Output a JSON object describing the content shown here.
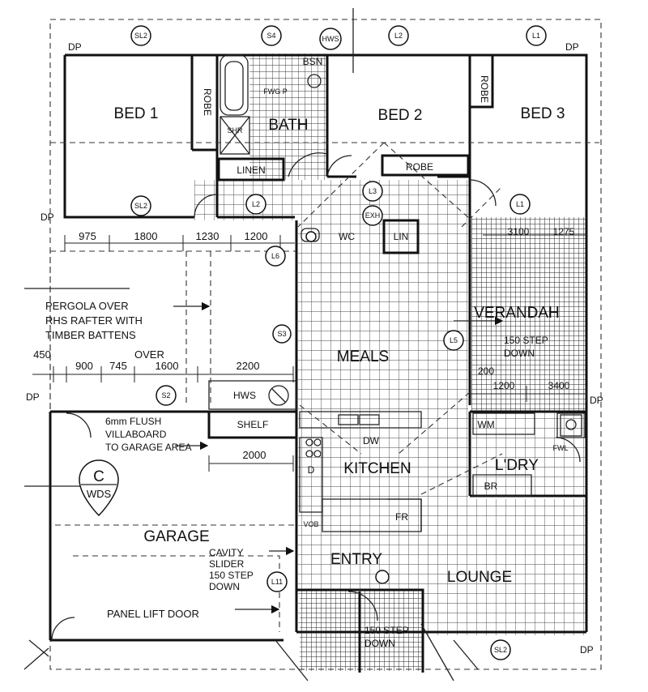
{
  "rooms": {
    "bed1": "BED 1",
    "bed2": "BED 2",
    "bed3": "BED 3",
    "bath": "BATH",
    "meals": "MEALS",
    "kitchen": "KITCHEN",
    "verandah": "VERANDAH",
    "laundry": "L'DRY",
    "garage": "GARAGE",
    "entry": "ENTRY",
    "lounge": "LOUNGE"
  },
  "fixtures": {
    "robe": "ROBE",
    "linen": "LINEN",
    "shr": "SHR",
    "lin": "LIN",
    "wc": "WC",
    "hws": "HWS",
    "shelf": "SHELF",
    "wm": "WM",
    "br": "BR",
    "dw": "DW",
    "fr": "FR",
    "vob": "VOB",
    "d": "D",
    "bsn": "BSN",
    "fwg": "FWG P",
    "fwl": "FWL"
  },
  "notes": {
    "pergola": [
      "PERGOLA OVER",
      "RHS RAFTER WITH",
      "TIMBER BATTENS"
    ],
    "over": "OVER",
    "villaboard": [
      "6mm FLUSH",
      "VILLABOARD",
      "TO GARAGE AREA"
    ],
    "cavity": [
      "CAVITY",
      "SLIDER",
      "150 STEP",
      "DOWN"
    ],
    "panel_lift": "PANEL LIFT DOOR",
    "verandah_step": [
      "150 STEP",
      "DOWN"
    ],
    "entry_step": [
      "150 STEP",
      "DOWN"
    ],
    "wds": "WDS",
    "wds_letter": "C"
  },
  "dimensions": {
    "top": [
      "975",
      "1800",
      "1230",
      "1200"
    ],
    "pergola": [
      "450",
      "900",
      "745",
      "1600",
      "2200"
    ],
    "garage": "2000",
    "verandah_top": [
      "3100",
      "1275"
    ],
    "verandah_mid": [
      "200",
      "1200",
      "3400"
    ]
  },
  "markers": {
    "dp": "DP",
    "sl2": "SL2",
    "s4": "S4",
    "hws": "HWS",
    "l2": "L2",
    "l1": "L1",
    "l6": "L6",
    "l3": "L3",
    "s2": "S2",
    "l11": "L11",
    "s3": "S3",
    "l5": "L5",
    "exh": "EXH",
    "bsn_mark": "BSN"
  }
}
